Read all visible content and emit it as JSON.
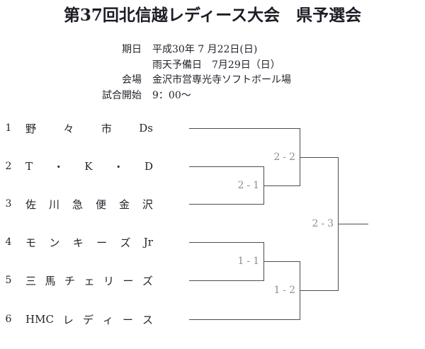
{
  "title": "第37回北信越レディース大会　県予選会",
  "info": {
    "rows": [
      {
        "label": "期日",
        "value": "平成30年 7 月22日(日)"
      },
      {
        "label": "",
        "value": "雨天予備日　7月29日（日）"
      },
      {
        "label": "会場",
        "value": "金沢市営専光寺ソフトボール場"
      },
      {
        "label": "試合開始",
        "value": "9：00～"
      }
    ]
  },
  "bracket": {
    "teams": [
      {
        "seed": "1",
        "tokens": [
          "野",
          "々",
          "市",
          "Ds"
        ]
      },
      {
        "seed": "2",
        "tokens": [
          "T",
          "・",
          "K",
          "・",
          "D"
        ]
      },
      {
        "seed": "3",
        "tokens": [
          "佐",
          "川",
          "急",
          "便",
          "金",
          "沢"
        ]
      },
      {
        "seed": "4",
        "tokens": [
          "モ",
          "ン",
          "キ",
          "ー",
          "ズ",
          "Jr"
        ]
      },
      {
        "seed": "5",
        "tokens": [
          "三",
          "馬",
          "チ",
          "ェ",
          "リ",
          "ー",
          "ズ"
        ]
      },
      {
        "seed": "6",
        "tokens": [
          "HMC",
          "レ",
          "デ",
          "ィ",
          "ー",
          "ス"
        ]
      }
    ],
    "matches": [
      {
        "label": "2-1"
      },
      {
        "label": "2-2"
      },
      {
        "label": "1-1"
      },
      {
        "label": "1-2"
      },
      {
        "label": "2-3"
      }
    ]
  },
  "colors": {
    "line": "#4d4d4d",
    "match_label": "#8f8f8f",
    "text": "#23232d"
  }
}
